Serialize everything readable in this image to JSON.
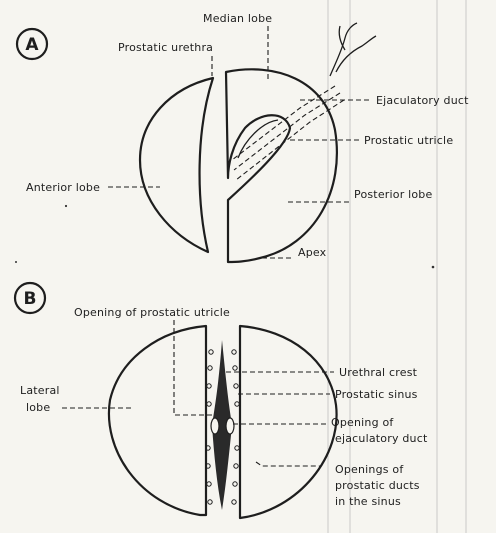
{
  "panels": {
    "a": {
      "letter": "A",
      "labels": {
        "median_lobe": "Median lobe",
        "prostatic_urethra": "Prostatic urethra",
        "ejaculatory_duct": "Ejaculatory duct",
        "prostatic_utricle": "Prostatic utricle",
        "anterior_lobe": "Anterior lobe",
        "posterior_lobe": "Posterior lobe",
        "apex": "Apex"
      }
    },
    "b": {
      "letter": "B",
      "labels": {
        "opening_prostatic_utricle": "Opening of prostatic utricle",
        "lateral_lobe_1": "Lateral",
        "lateral_lobe_2": "lobe",
        "urethral_crest": "Urethral crest",
        "prostatic_sinus": "Prostatic sinus",
        "opening_ejac_1": "Opening of",
        "opening_ejac_2": "ejaculatory duct",
        "openings_ducts_1": "Openings of",
        "openings_ducts_2": "prostatic ducts",
        "openings_ducts_3": "in the sinus"
      }
    }
  }
}
